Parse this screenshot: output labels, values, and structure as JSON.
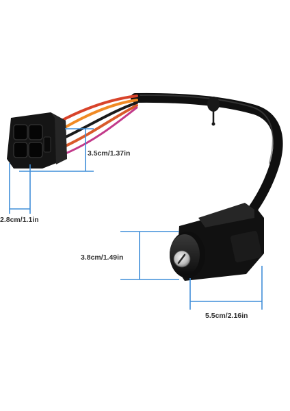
{
  "dimensions": {
    "connector_height": "3.5cm/1.37in",
    "connector_width": "2.8cm/1.1in",
    "switch_height": "3.8cm/1.49in",
    "switch_width": "5.5cm/2.16in"
  },
  "colors": {
    "dimension_line": "#3f8ed8",
    "label_text": "#333333",
    "plastic": "#141414",
    "wire_red": "#d8432a",
    "wire_orange": "#f08a24",
    "wire_black": "#1a1a1a"
  }
}
